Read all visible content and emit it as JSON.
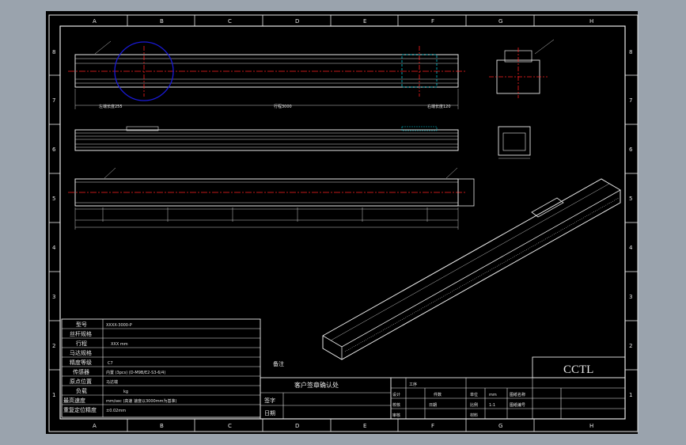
{
  "frame": {
    "columns": [
      "A",
      "B",
      "C",
      "D",
      "E",
      "F",
      "G",
      "H"
    ],
    "rows": [
      "8",
      "7",
      "6",
      "5",
      "4",
      "3",
      "2",
      "1"
    ]
  },
  "title_block": {
    "logo": "CCTL",
    "customer_confirm": "客户签章确认处",
    "sign_label": "签字",
    "date_label": "日期",
    "note_label": "备注",
    "designer_label": "设计",
    "checker_label": "校核",
    "approver_label": "审核",
    "drawing_name_label": "图纸名称",
    "material_label": "材料",
    "scale_label": "比例",
    "drawing_no_label": "图纸编号",
    "unit_label": "单位",
    "quantity_label": "件数",
    "date_label2": "日期",
    "unit_value": "mm",
    "scale_value": "1:1",
    "process_label": "工序"
  },
  "spec_table": [
    {
      "label": "型号",
      "value": "XXXX-3000-P"
    },
    {
      "label": "丝杆规格",
      "value": ""
    },
    {
      "label": "行程",
      "value": "XXX mm"
    },
    {
      "label": "马达规格",
      "value": ""
    },
    {
      "label": "精度等级",
      "value": "C7"
    },
    {
      "label": "传感器",
      "value": "内置 (3pcs) (D-M9B/E2-S3-6/4)"
    },
    {
      "label": "原点位置",
      "value": "马达端"
    },
    {
      "label": "负载",
      "value": "kg"
    },
    {
      "label": "最高速度",
      "value": "mm/sec (高速 速度以3000mm为基准)"
    },
    {
      "label": "重复定位精度",
      "value": "±0.02mm"
    }
  ],
  "dimensions": {
    "stroke": "行程3000",
    "left_length": "左端长度255",
    "right_length": "右端长度120"
  },
  "colors": {
    "centerline": "#ff2020",
    "circle": "#1a1ad8",
    "highlight": "#00c8d8",
    "line": "#e8e8e8",
    "dim": "#c8c8c8"
  }
}
